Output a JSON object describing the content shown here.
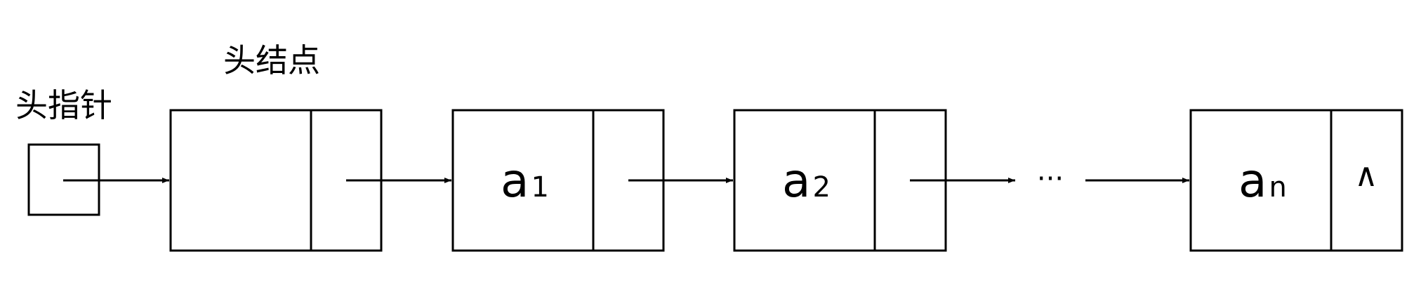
{
  "labels": {
    "head_pointer": "头指针",
    "head_node": "头结点",
    "ellipsis": "···",
    "null_symbol": "∧"
  },
  "nodes": [
    {
      "var": "a",
      "sub": "1"
    },
    {
      "var": "a",
      "sub": "2"
    },
    {
      "var": "a",
      "sub": "n"
    }
  ],
  "colors": {
    "head_node_fill": "#5e5e5e",
    "stroke": "#000000"
  }
}
